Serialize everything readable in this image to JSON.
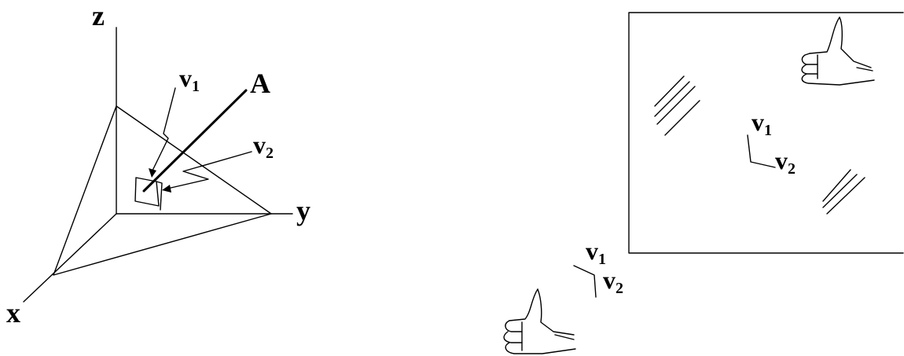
{
  "axes": {
    "z": "z",
    "y": "y",
    "x": "x"
  },
  "left": {
    "point_label": "A",
    "v1": "v",
    "v1_sub": "1",
    "v2": "v",
    "v2_sub": "2"
  },
  "screen": {
    "v1": "v",
    "v1_sub": "1",
    "v2": "v",
    "v2_sub": "2"
  },
  "hand": {
    "v1": "v",
    "v1_sub": "1",
    "v2": "v",
    "v2_sub": "2"
  }
}
